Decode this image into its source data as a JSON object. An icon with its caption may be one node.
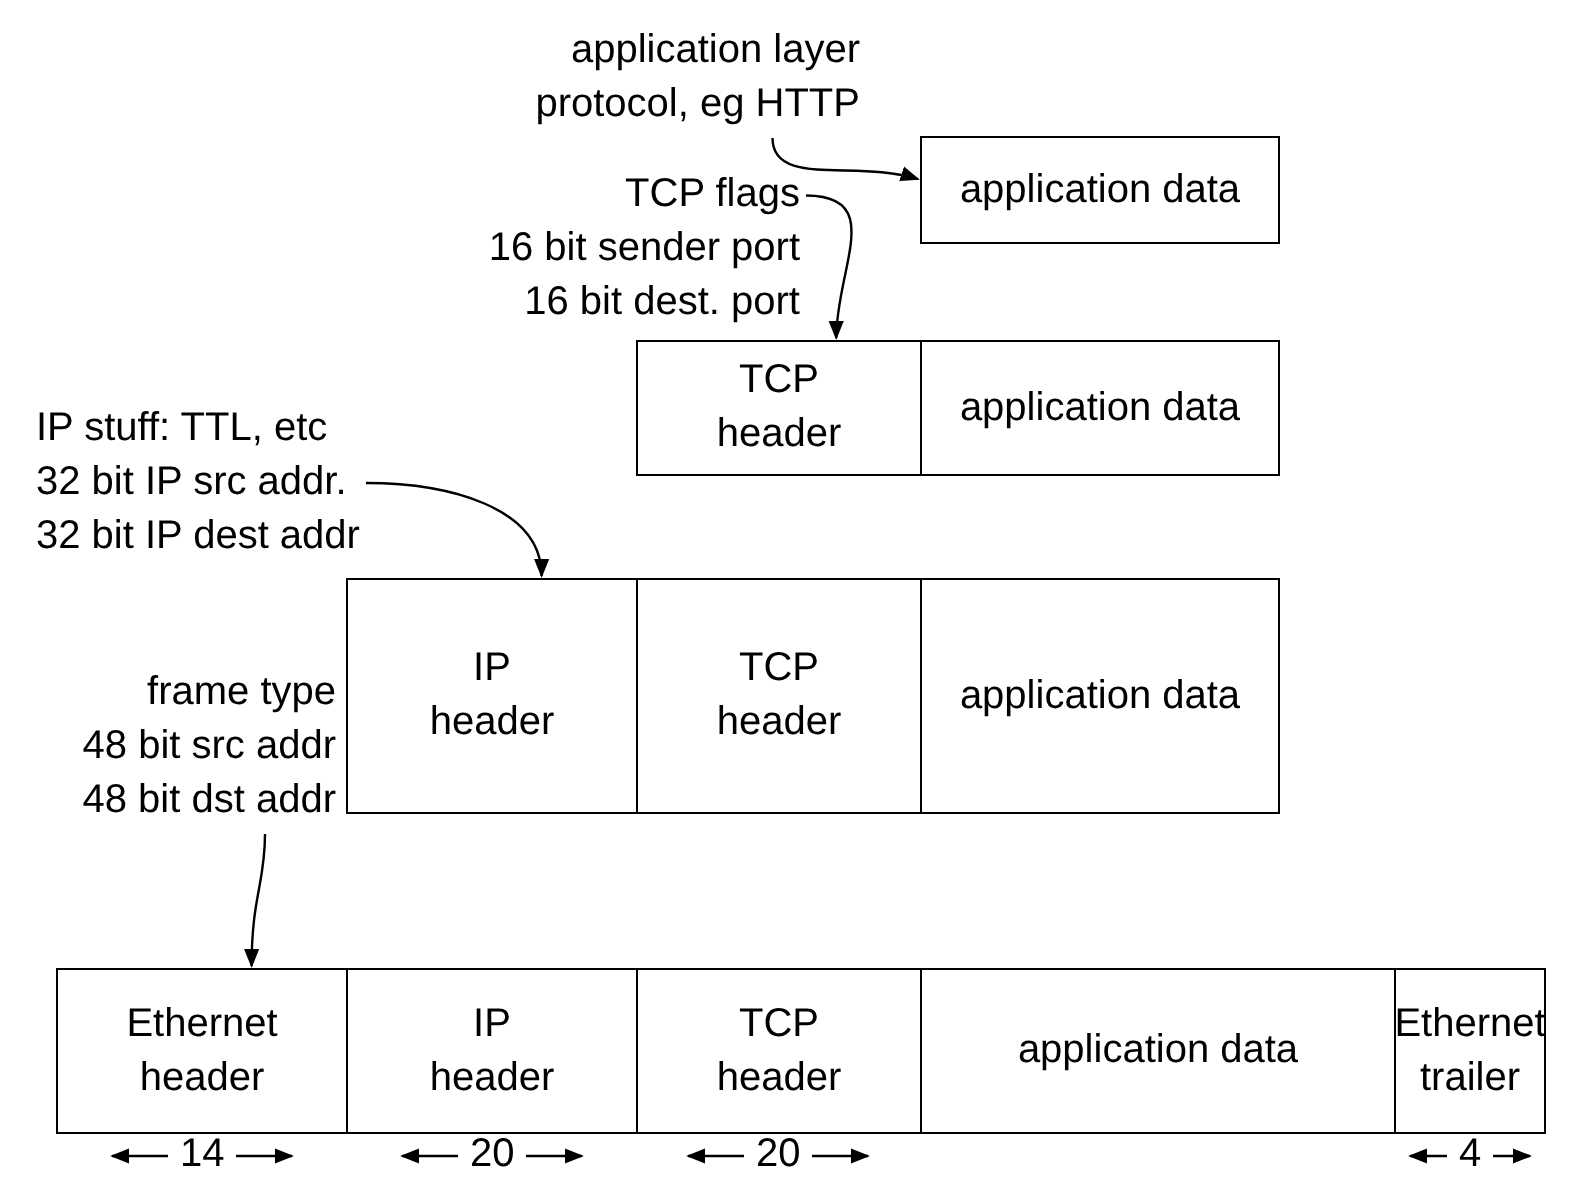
{
  "diagram": {
    "nodes": [
      {
        "text": [
          "application layer protocol, eg HTTP"
        ]
      },
      {
        "text": [
          "application data"
        ]
      },
      {
        "text": [
          "TCP flags",
          "16 bit sender port",
          "16 bit dest. port"
        ]
      },
      {
        "text": [
          "TCP header"
        ]
      },
      {
        "text": [
          "application data"
        ]
      },
      {
        "text": [
          "IP stuff: TTL, etc",
          "32 bit IP src addr.",
          "32 bit IP dest addr"
        ]
      },
      {
        "text": [
          "IP header"
        ]
      },
      {
        "text": [
          "TCP header"
        ]
      },
      {
        "text": [
          "application data"
        ]
      },
      {
        "text": [
          "frame type",
          "48 bit src addr",
          "48 bit dst addr"
        ]
      },
      {
        "text": [
          "Ethernet header"
        ]
      },
      {
        "text": [
          "IP header"
        ]
      },
      {
        "text": [
          "TCP header"
        ]
      },
      {
        "text": [
          "application data"
        ]
      },
      {
        "text": [
          "Ethernet trailer"
        ]
      }
    ],
    "edges": [
      {
        "from": 0,
        "to": 1,
        "arrow": "to"
      },
      {
        "from": 2,
        "to": 3,
        "arrow": "to"
      },
      {
        "from": 5,
        "to": 6,
        "arrow": "to"
      },
      {
        "from": 9,
        "to": 10,
        "arrow": "to"
      }
    ],
    "labels": [
      "14",
      "20",
      "20",
      "4"
    ]
  }
}
